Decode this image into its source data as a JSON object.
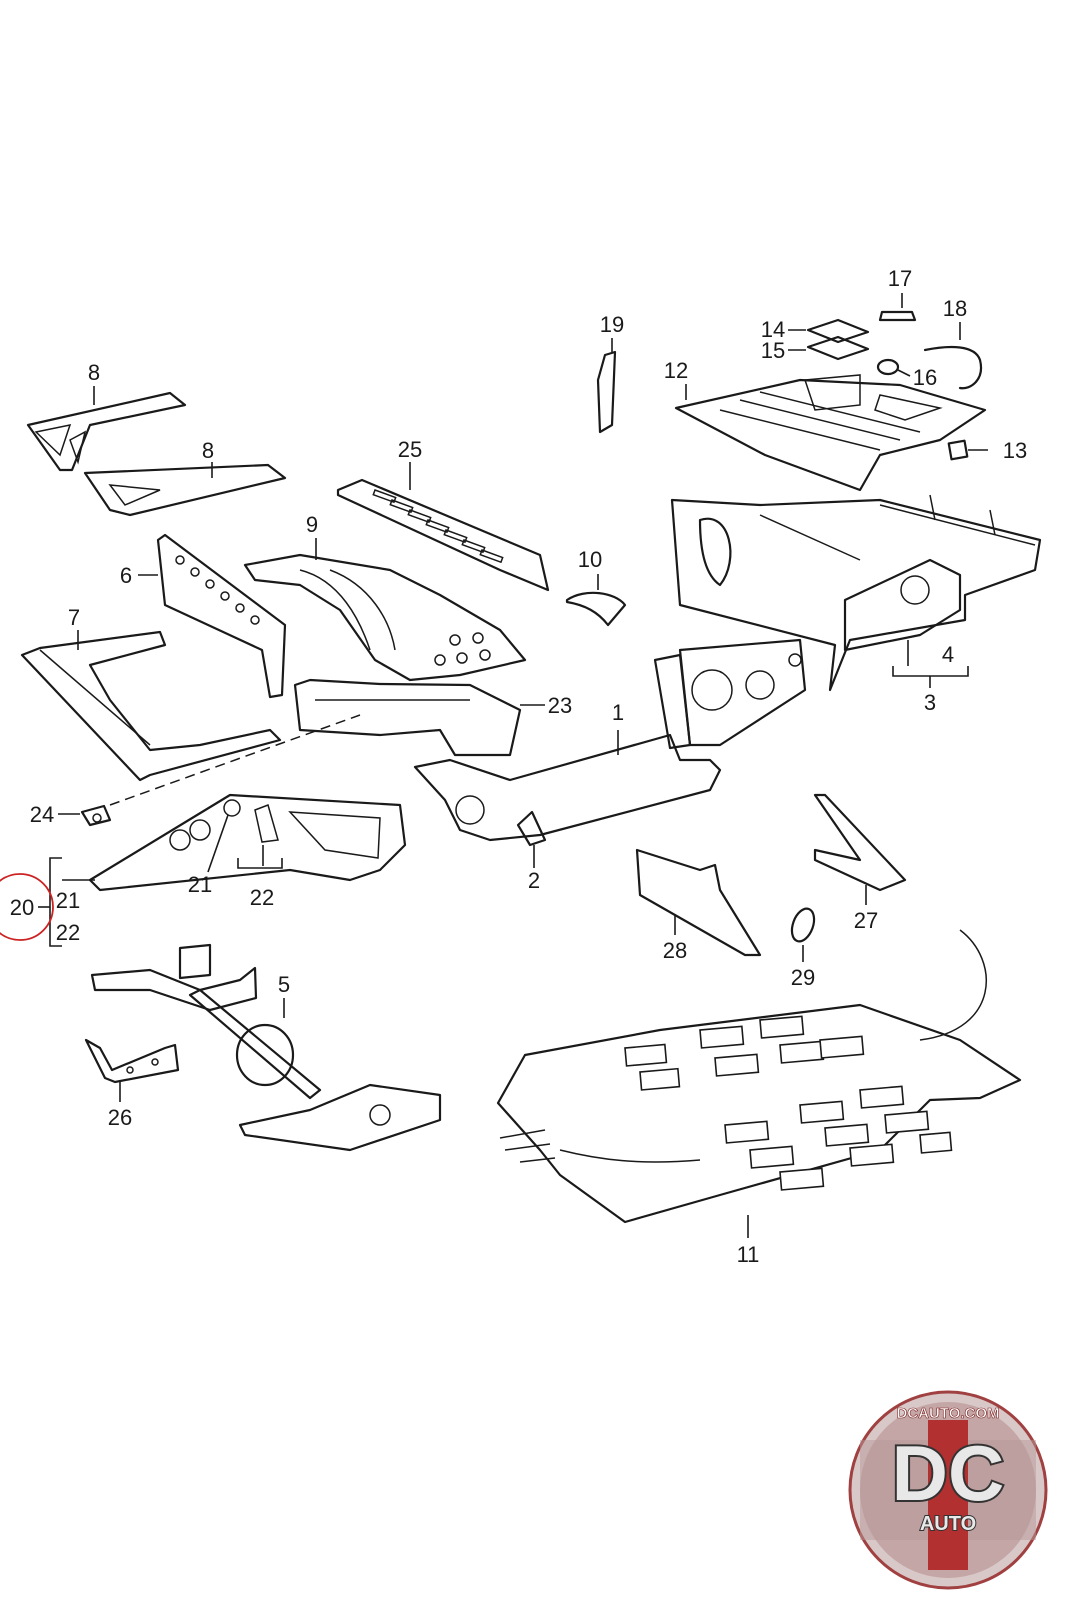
{
  "diagram": {
    "labels": [
      "1",
      "2",
      "3",
      "4",
      "5",
      "6",
      "7",
      "8",
      "8",
      "9",
      "10",
      "11",
      "12",
      "13",
      "14",
      "15",
      "16",
      "17",
      "18",
      "19",
      "20",
      "21",
      "21",
      "22",
      "22",
      "23",
      "24",
      "25",
      "26",
      "27",
      "28",
      "29"
    ],
    "highlight_label": "20",
    "highlight_color": "#cc2222"
  },
  "logo": {
    "text": "DCAUTO.COM",
    "letters": "DC",
    "sub": "AUTO"
  }
}
